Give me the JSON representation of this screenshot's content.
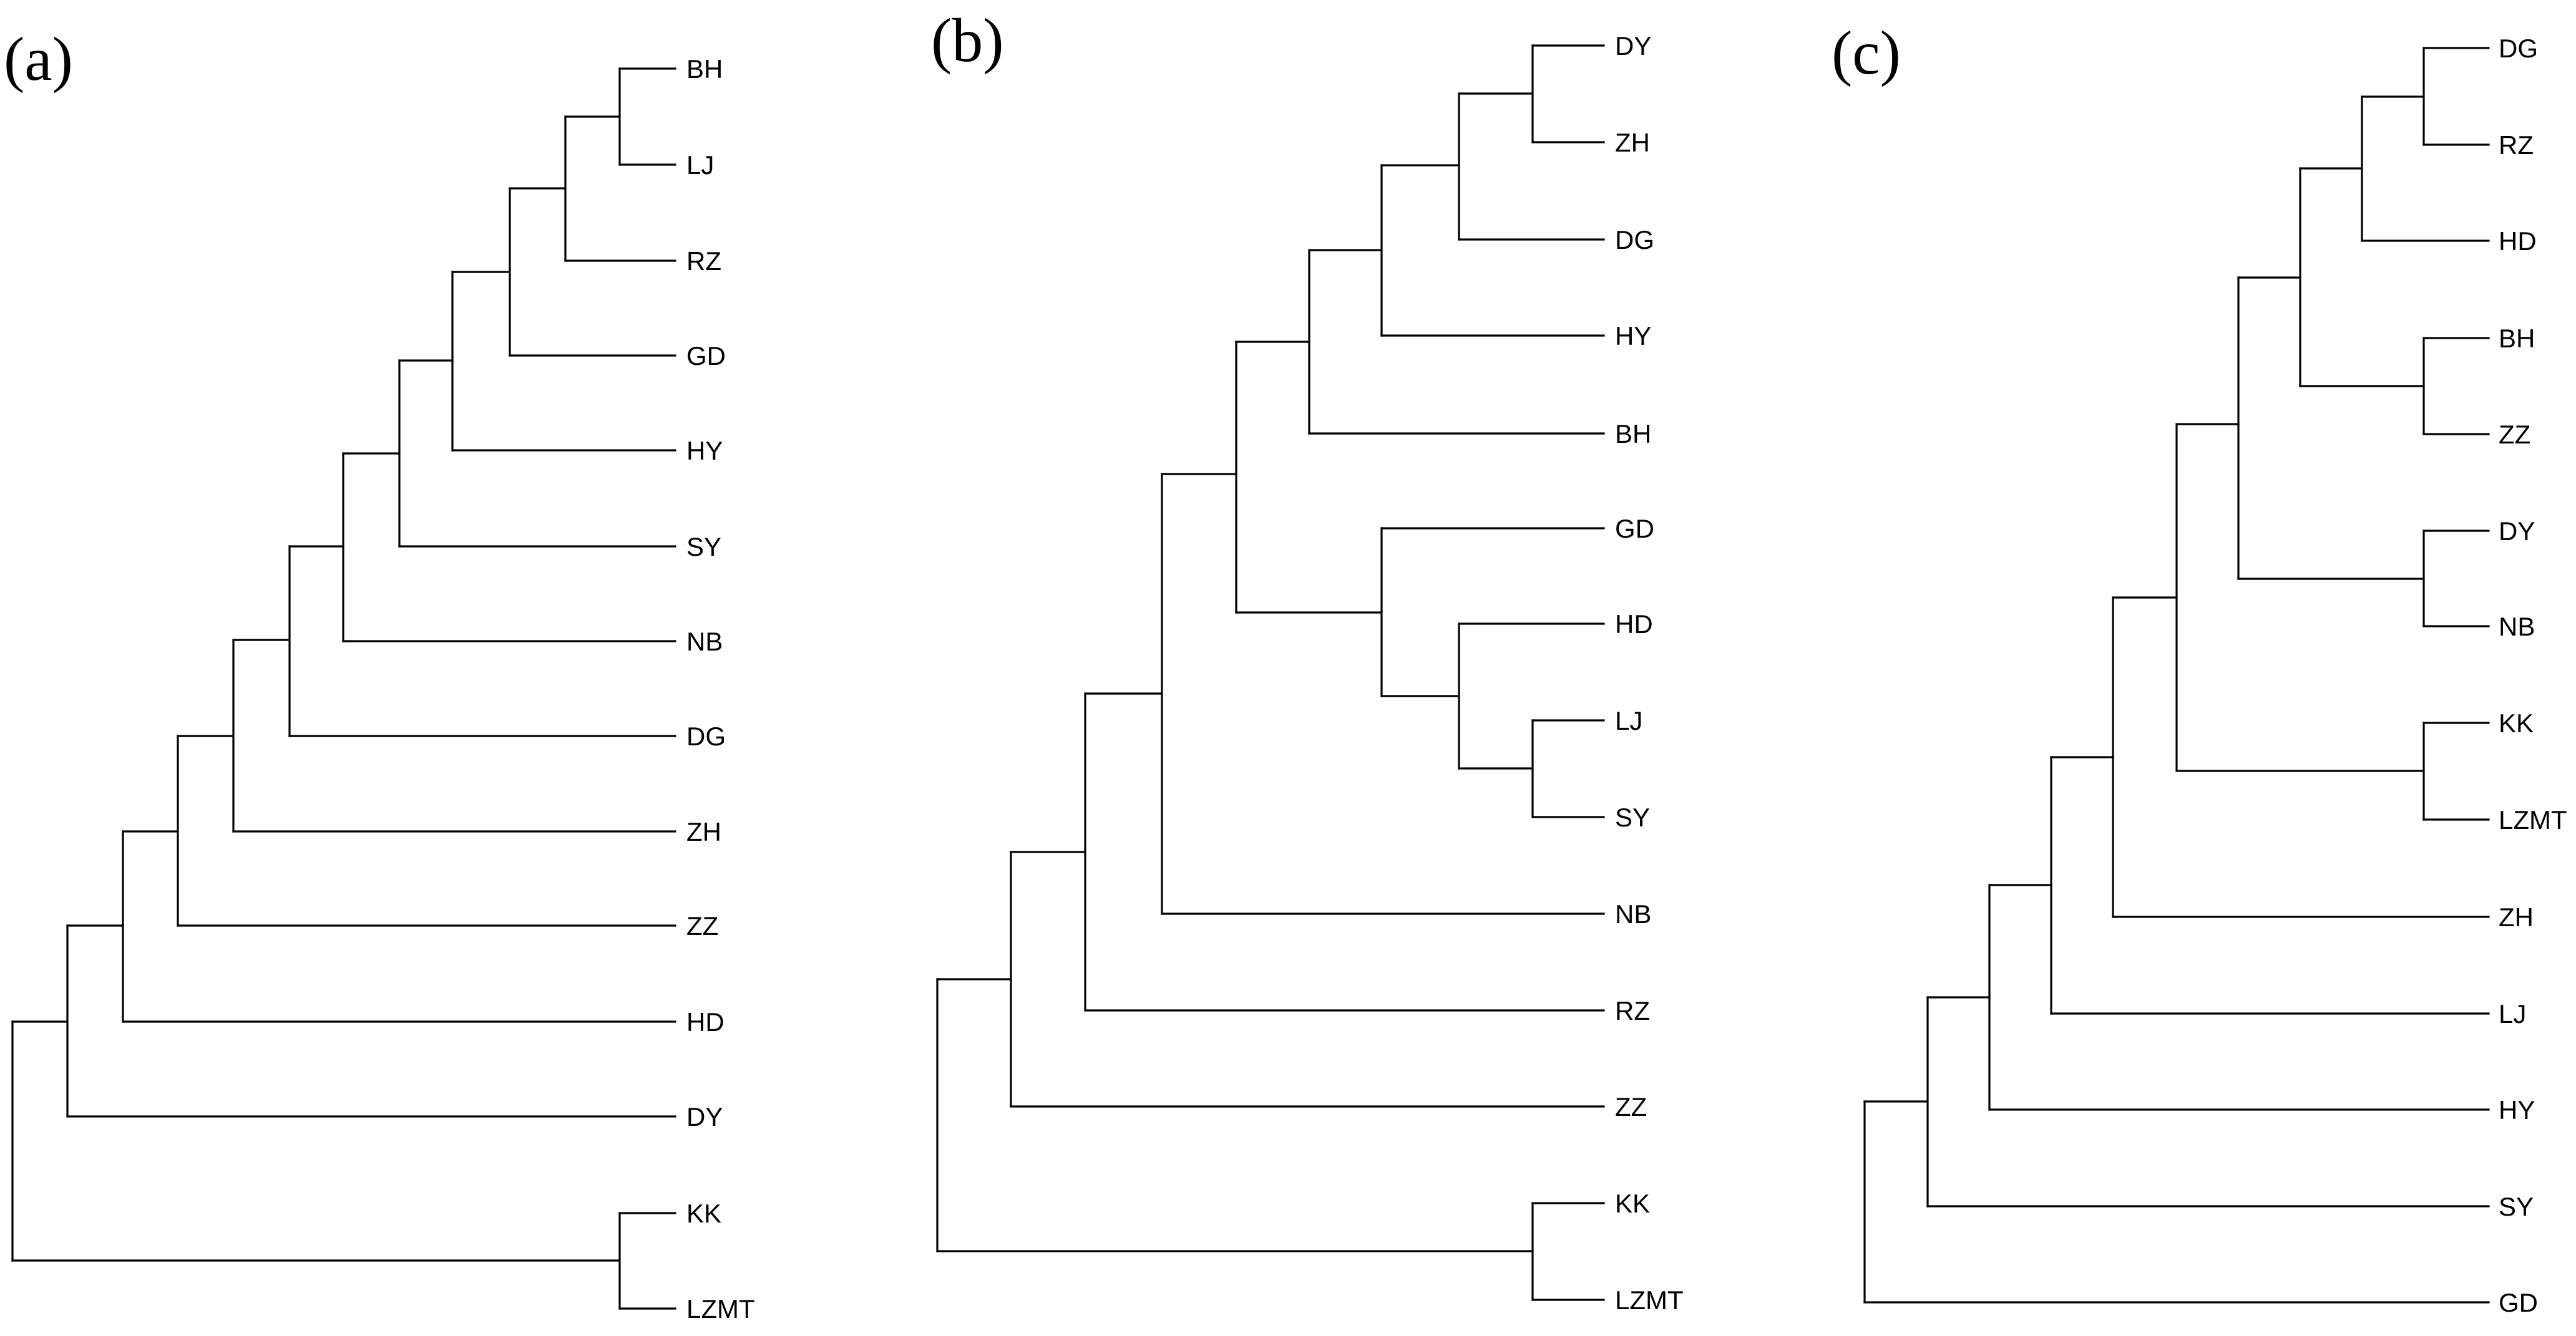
{
  "panels": [
    {
      "label": "(a)",
      "leaves": [
        "BH",
        "LJ",
        "RZ",
        "GD",
        "HY",
        "SY",
        "NB",
        "DG",
        "ZH",
        "ZZ",
        "HD",
        "DY",
        "KK",
        "LZMT"
      ],
      "tree": [
        [
          [
            [
              [
                [
                  [
                    [
                      [
                        [
                          [
                            [
                              "BH",
                              "LJ"
                            ],
                            "RZ"
                          ],
                          "GD"
                        ],
                        "HY"
                      ],
                      "SY"
                    ],
                    "NB"
                  ],
                  "DG"
                ],
                "ZH"
              ],
              "ZZ"
            ],
            "HD"
          ],
          "DY"
        ],
        [
          "KK",
          "LZMT"
        ]
      ]
    },
    {
      "label": "(b)",
      "leaves": [
        "DY",
        "ZH",
        "DG",
        "HY",
        "BH",
        "GD",
        "HD",
        "LJ",
        "SY",
        "NB",
        "RZ",
        "ZZ",
        "KK",
        "LZMT"
      ],
      "tree": [
        [
          [
            [
              [
                [
                  [
                    [
                      [
                        "DY",
                        "ZH"
                      ],
                      "DG"
                    ],
                    "HY"
                  ],
                  "BH"
                ],
                [
                  "GD",
                  [
                    "HD",
                    [
                      "LJ",
                      "SY"
                    ]
                  ]
                ]
              ],
              "NB"
            ],
            "RZ"
          ],
          "ZZ"
        ],
        [
          "KK",
          "LZMT"
        ]
      ]
    },
    {
      "label": "(c)",
      "leaves": [
        "DG",
        "RZ",
        "HD",
        "BH",
        "ZZ",
        "DY",
        "NB",
        "KK",
        "LZMT",
        "ZH",
        "LJ",
        "HY",
        "SY",
        "GD"
      ],
      "tree": [
        [
          [
            [
              [
                [
                  [
                    [
                      [
                        [
                          "DG",
                          "RZ"
                        ],
                        "HD"
                      ],
                      [
                        "BH",
                        "ZZ"
                      ]
                    ],
                    [
                      "DY",
                      "NB"
                    ]
                  ],
                  [
                    "KK",
                    "LZMT"
                  ]
                ],
                "ZH"
              ],
              "LJ"
            ],
            "HY"
          ],
          "SY"
        ],
        "GD"
      ]
    }
  ]
}
